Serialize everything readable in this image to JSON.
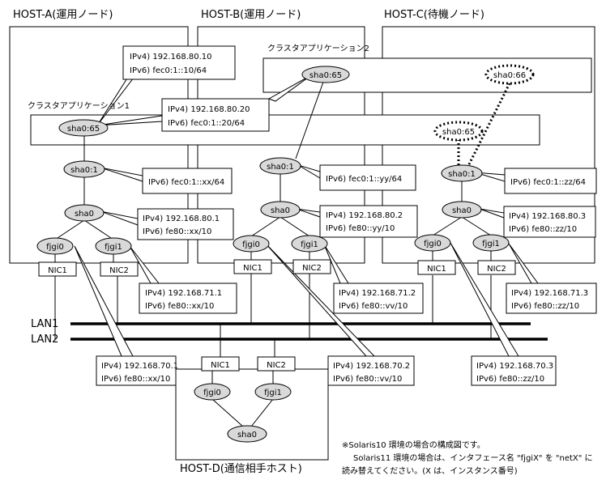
{
  "hosts": {
    "a": "HOST-A(運用ノード)",
    "b": "HOST-B(運用ノード)",
    "c": "HOST-C(待機ノード)",
    "d": "HOST-D(通信相手ホスト)"
  },
  "clusters": {
    "app1": "クラスタアプリケーション1",
    "app2": "クラスタアプリケーション2"
  },
  "lans": {
    "lan1": "LAN1",
    "lan2": "LAN2"
  },
  "nodes": {
    "a": {
      "sha0_65": "sha0:65",
      "sha0_1": "sha0:1",
      "sha0": "sha0",
      "fjgi0": "fjgi0",
      "fjgi1": "fjgi1",
      "nic1": "NIC1",
      "nic2": "NIC2"
    },
    "b": {
      "sha0_65": "sha0:65",
      "sha0_1": "sha0:1",
      "sha0": "sha0",
      "fjgi0": "fjgi0",
      "fjgi1": "fjgi1",
      "nic1": "NIC1",
      "nic2": "NIC2"
    },
    "c": {
      "sha0_66": "sha0:66",
      "sha0_65": "sha0:65",
      "sha0_1": "sha0:1",
      "sha0": "sha0",
      "fjgi0": "fjgi0",
      "fjgi1": "fjgi1",
      "nic1": "NIC1",
      "nic2": "NIC2"
    },
    "d": {
      "nic1": "NIC1",
      "nic2": "NIC2",
      "fjgi0": "fjgi0",
      "fjgi1": "fjgi1",
      "sha0": "sha0"
    }
  },
  "callouts": {
    "a65": [
      "IPv4) 192.168.80.10",
      "IPv6) fec0:1::10/64"
    ],
    "b65": [
      "IPv4) 192.168.80.20",
      "IPv6) fec0:1::20/64"
    ],
    "a1": [
      "IPv6) fec0:1::xx/64"
    ],
    "b1": [
      "IPv6) fec0:1::yy/64"
    ],
    "c1": [
      "IPv6) fec0:1::zz/64"
    ],
    "ash": [
      "IPv4) 192.168.80.1",
      "IPv6) fe80::xx/10"
    ],
    "bsh": [
      "IPv4) 192.168.80.2",
      "IPv6) fe80::yy/10"
    ],
    "csh": [
      "IPv4) 192.168.80.3",
      "IPv6) fe80::zz/10"
    ],
    "afj1": [
      "IPv4) 192.168.71.1",
      "IPv6) fe80::xx/10"
    ],
    "bfj1": [
      "IPv4) 192.168.71.2",
      "IPv6) fe80::vv/10"
    ],
    "cfj1": [
      "IPv4) 192.168.71.3",
      "IPv6) fe80::zz/10"
    ],
    "afj0": [
      "IPv4) 192.168.70.1",
      "IPv6) fe80::xx/10"
    ],
    "bfj0": [
      "IPv4) 192.168.70.2",
      "IPv6) fe80::vv/10"
    ],
    "cfj0": [
      "IPv4) 192.168.70.3",
      "IPv6) fe80::zz/10"
    ]
  },
  "note": [
    "※Solaris10 環境の場合の構成図です。",
    "Solaris11 環境の場合は、インタフェース名 \"fjgiX\" を \"netX\" に",
    "読み替えてください。(X は、インスタンス番号)"
  ]
}
